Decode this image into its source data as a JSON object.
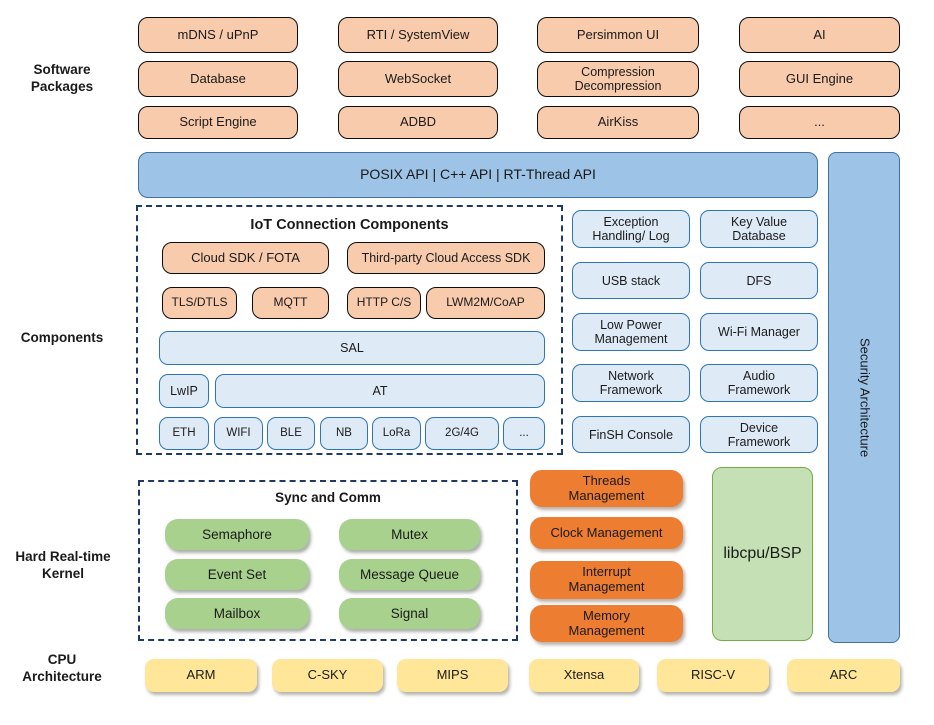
{
  "left_labels": {
    "software_packages": "Software\nPackages",
    "components": "Components",
    "kernel": "Hard Real-time\nKernel",
    "cpu": "CPU\nArchitecture"
  },
  "software_packages": {
    "items": [
      "mDNS / uPnP",
      "RTI / SystemView",
      "Persimmon UI",
      "AI",
      "Database",
      "WebSocket",
      "Compression\nDecompression",
      "GUI Engine",
      "Script Engine",
      "ADBD",
      "AirKiss",
      "..."
    ]
  },
  "api_bar": "POSIX API | C++ API | RT-Thread API",
  "security_bar": "Security Architecture",
  "iot": {
    "title": "IoT Connection Components",
    "cloud_sdk": "Cloud SDK / FOTA",
    "third_party_sdk": "Third-party Cloud Access SDK",
    "protocols": [
      "TLS/DTLS",
      "MQTT",
      "HTTP C/S",
      "LWM2M/CoAP"
    ],
    "sal": "SAL",
    "lwip": "LwIP",
    "at": "AT",
    "links": [
      "ETH",
      "WIFI",
      "BLE",
      "NB",
      "LoRa",
      "2G/4G",
      "..."
    ]
  },
  "components": [
    "Exception\nHandling/ Log",
    "Key Value\nDatabase",
    "USB stack",
    "DFS",
    "Low Power\nManagement",
    "Wi-Fi Manager",
    "Network\nFramework",
    "Audio\nFramework",
    "FinSH Console",
    "Device\nFramework"
  ],
  "kernel": {
    "sync_title": "Sync and Comm",
    "sync_items": [
      "Semaphore",
      "Mutex",
      "Event Set",
      "Message Queue",
      "Mailbox",
      "Signal"
    ],
    "mgmt": [
      "Threads\nManagement",
      "Clock Management",
      "Interrupt\nManagement",
      "Memory\nManagement"
    ],
    "libcpu": "libcpu/BSP"
  },
  "cpu_archs": [
    "ARM",
    "C-SKY",
    "MIPS",
    "Xtensa",
    "RISC-V",
    "ARC"
  ],
  "colors": {
    "peach": "#F8CBAD",
    "blue": "#9DC3E6",
    "light_blue": "#DEEBF7",
    "blue_border": "#41719C",
    "light_blue_border": "#2E75B6",
    "dash_border": "#1F3864",
    "green": "#A9D18E",
    "orange": "#ED7D31",
    "light_green": "#C5E0B4",
    "light_green_border": "#70AD47",
    "yellow": "#FFE699"
  }
}
